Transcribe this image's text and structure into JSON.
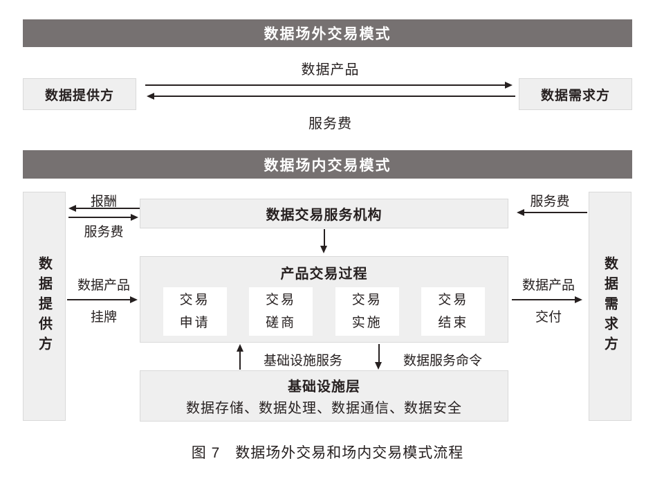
{
  "colors": {
    "banner_bg": "#767171",
    "banner_text": "#ffffff",
    "box_bg": "#efefef",
    "box_border": "#d9d9d9",
    "text": "#262020"
  },
  "off_exchange": {
    "banner": "数据场外交易模式",
    "provider": "数据提供方",
    "demander": "数据需求方",
    "product_arrow_label": "数据产品",
    "fee_arrow_label": "服务费"
  },
  "on_exchange": {
    "banner": "数据场内交易模式",
    "provider_vertical": "数据提供方",
    "demander_vertical": "数据需求方",
    "service_org": "数据交易服务机构",
    "reward_label": "报酬",
    "fee_left_label": "服务费",
    "fee_right_label": "服务费",
    "listing_line1": "数据产品",
    "listing_line2": "挂牌",
    "delivery_line1": "数据产品",
    "delivery_line2": "交付",
    "process_title": "产品交易过程",
    "steps": [
      "交易\n申请",
      "交易\n磋商",
      "交易\n实施",
      "交易\n结束"
    ],
    "infra_service_label": "基础设施服务",
    "data_command_label": "数据服务命令",
    "infra_title": "基础设施层",
    "infra_items": "数据存储、数据处理、数据通信、数据安全"
  },
  "caption": "图 7　数据场外交易和场内交易模式流程"
}
